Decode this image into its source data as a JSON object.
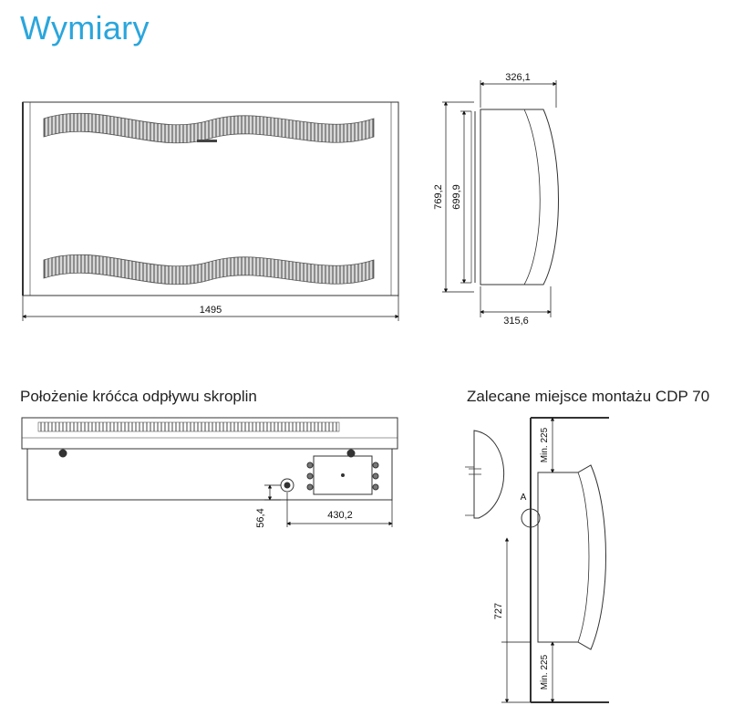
{
  "page": {
    "title": "Wymiary",
    "color_accent": "#2aa6dc"
  },
  "front_view": {
    "width_label": "1495"
  },
  "side_view": {
    "top_depth_label": "326,1",
    "bottom_depth_label": "315,6",
    "height_outer_label": "769,2",
    "height_inner_label": "699,9"
  },
  "drain_view": {
    "caption": "Położenie króćca odpływu skroplin",
    "offset_label": "430,2",
    "height_label": "56,4"
  },
  "mount_view": {
    "caption": "Zalecane miejsce montażu CDP 70",
    "top_clearance_label": "Min. 225",
    "bottom_clearance_label": "Min. 225",
    "mount_height_label": "727",
    "detail_label": "A"
  }
}
